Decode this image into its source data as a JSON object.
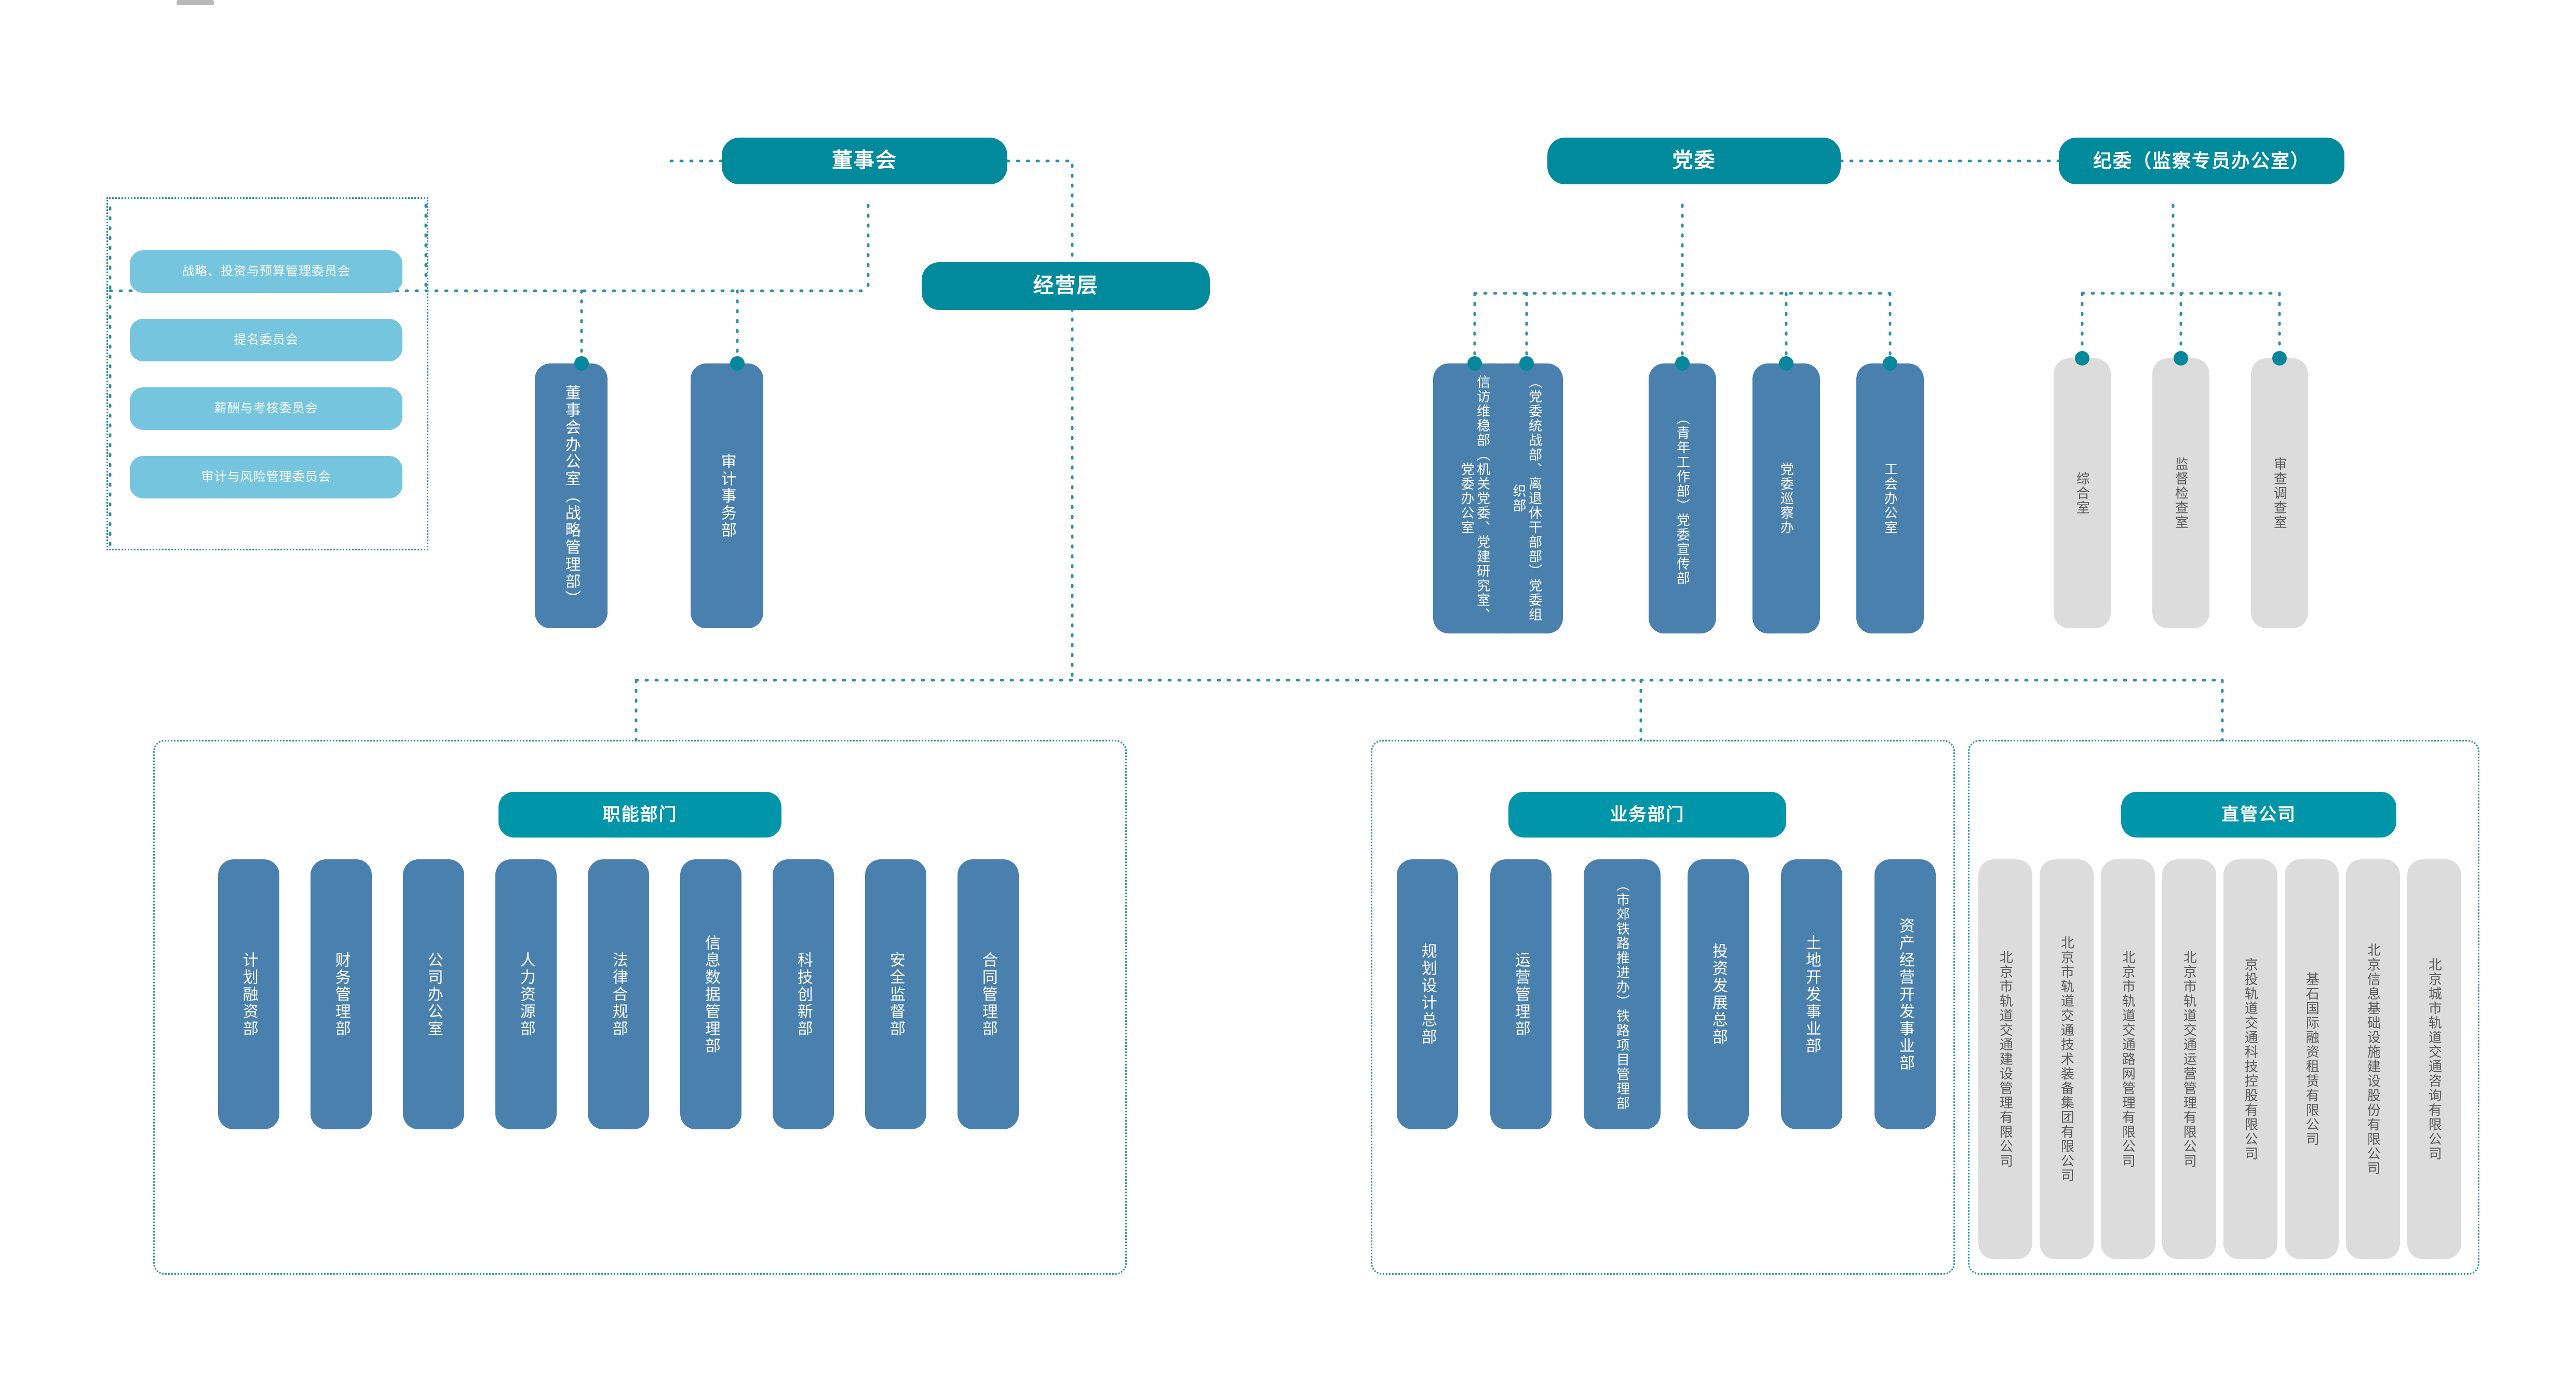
{
  "theme": {
    "teal": "#018A9B",
    "teal_bright": "#0095A8",
    "light_blue": "#76C5DF",
    "blue": "#4A80AD",
    "grey": "#DCDCDC",
    "grey_text": "#5A5A5A",
    "dot_line": "#2E8FA8",
    "background": "#FFFFFF"
  },
  "top_level": {
    "board": "董事会",
    "management": "经营层",
    "party_committee": "党委",
    "discipline_committee": "纪委（监察专员办公室）"
  },
  "board_committees": {
    "items": [
      "战略、投资与预算管理委员会",
      "提名委员会",
      "薪酬与考核委员会",
      "审计与风险管理委员会"
    ]
  },
  "board_departments": {
    "items": [
      "董事会办公室（战略管理部）",
      "审计事务部"
    ]
  },
  "party_departments": {
    "items": [
      "信访维稳部（机关党委、党建研究室、党委办公室",
      "（党委统战部、离退休干部部）党委组织部",
      "（青年工作部）党委宣传部",
      "党委巡察办",
      "工会办公室"
    ]
  },
  "discipline_departments": {
    "items": [
      "综合室",
      "监督检查室",
      "审查调查室"
    ]
  },
  "functional_departments": {
    "header": "职能部门",
    "items": [
      "计划融资部",
      "财务管理部",
      "公司办公室",
      "人力资源部",
      "法律合规部",
      "信息数据管理部",
      "科技创新部",
      "安全监督部",
      "合同管理部"
    ]
  },
  "business_departments": {
    "header": "业务部门",
    "items": [
      "规划设计总部",
      "运营管理部",
      "（市郊铁路推进办）铁路项目管理部",
      "投资发展总部",
      "土地开发事业部",
      "资产经营开发事业部"
    ]
  },
  "direct_companies": {
    "header": "直管公司",
    "items": [
      "北京市轨道交通建设管理有限公司",
      "北京市轨道交通技术装备集团有限公司",
      "北京市轨道交通路网管理有限公司",
      "北京市轨道交通运营管理有限公司",
      "京投轨道交通科技控股有限公司",
      "基石国际融资租赁有限公司",
      "北京信息基础设施建设股份有限公司",
      "北京城市轨道交通咨询有限公司"
    ]
  }
}
